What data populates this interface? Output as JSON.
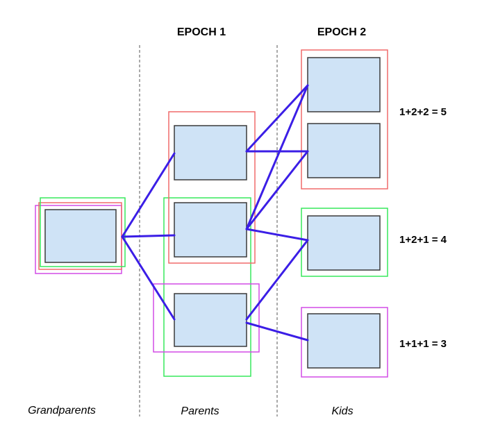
{
  "headers": {
    "epoch1": "EPOCH 1",
    "epoch2": "EPOCH 2"
  },
  "generations": {
    "grandparents": "Grandparents",
    "parents": "Parents",
    "kids": "Kids"
  },
  "equations": {
    "red_group": "1+2+2 = 5",
    "green_group": "1+2+1 = 4",
    "magenta_group": "1+1+1 = 3"
  },
  "colors": {
    "red": "#f06a6a",
    "green": "#37e85c",
    "magenta": "#d24be6",
    "edge": "#3b1ee6",
    "node_fill": "#cfe3f6",
    "node_stroke": "#3a3a3a",
    "divider": "#555555"
  }
}
